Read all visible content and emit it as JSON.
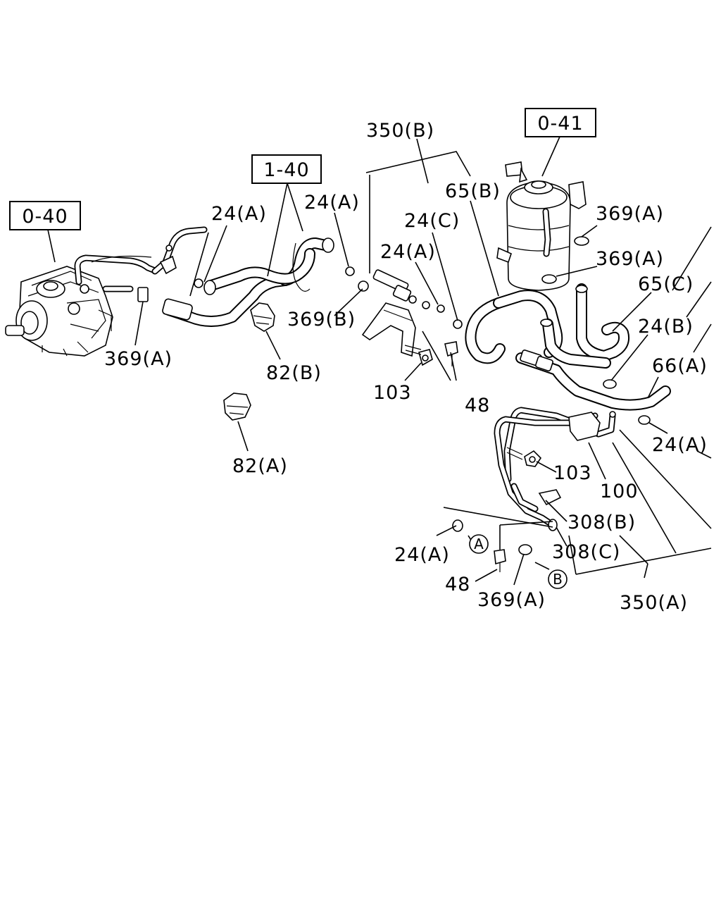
{
  "refs": {
    "r040": "0-40",
    "r041": "0-41",
    "r140": "1-40"
  },
  "labels": {
    "l350b": "350(B)",
    "l24a_1": "24(A)",
    "l24a_2": "24(A)",
    "l24c": "24(C)",
    "l65b": "65(B)",
    "l369a_top1": "369(A)",
    "l369a_top2": "369(A)",
    "l65c": "65(C)",
    "l24a_3": "24(A)",
    "l24b": "24(B)",
    "l66a": "66(A)",
    "l369b": "369(B)",
    "l369a_left": "369(A)",
    "l82b": "82(B)",
    "l103_1": "103",
    "l48_1": "48",
    "l82a": "82(A)",
    "l24a_4": "24(A)",
    "l103_2": "103",
    "l100": "100",
    "l308b": "308(B)",
    "l308c": "308(C)",
    "l24a_5": "24(A)",
    "l48_2": "48",
    "l369a_bottom": "369(A)",
    "l350a": "350(A)"
  },
  "markers": {
    "mA": "A",
    "mB": "B"
  }
}
